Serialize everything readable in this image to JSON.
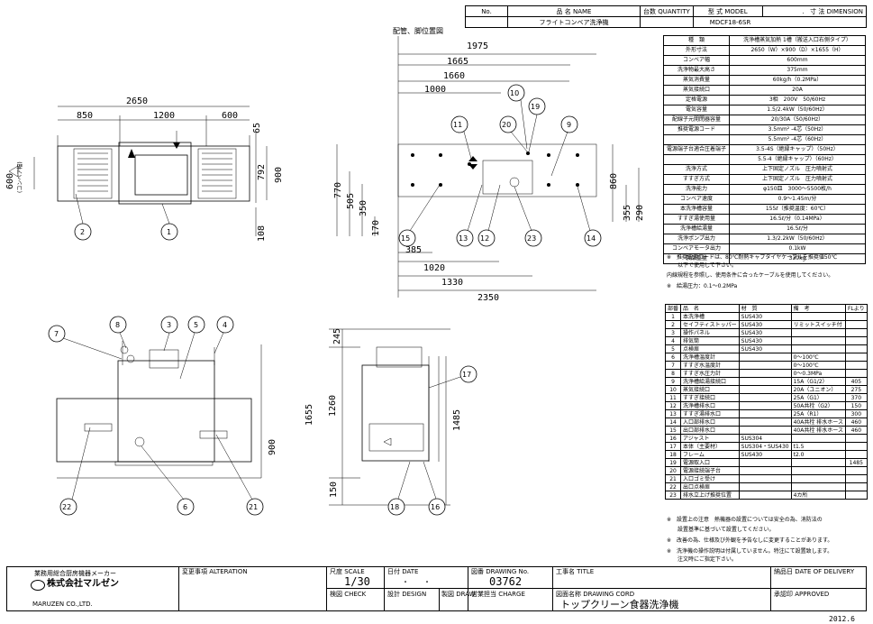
{
  "header": {
    "no_label": "No.",
    "name_label": "品 名 NAME",
    "qty_label": "台数 QUANTITY",
    "model_label": "型 式 MODEL",
    "dim_label": "寸 法 DIMENSION",
    "name_value": "フライトコンベア洗浄機",
    "model_value": "MDCF18-6SR",
    "dot": "."
  },
  "drawings": {
    "layout_caption": "配管、脚位置図",
    "plan_dims": [
      "2650",
      "850",
      "1200",
      "600",
      "65",
      "792",
      "900",
      "108",
      "600",
      "(コンベア幅)"
    ],
    "layout_dims": [
      "1975",
      "1665",
      "1660",
      "1000",
      "770",
      "505",
      "350",
      "170",
      "385",
      "1020",
      "1330",
      "2350",
      "860",
      "355",
      "290"
    ],
    "elev_dims": [
      "245",
      "1655",
      "1260",
      "900",
      "150",
      "1485"
    ],
    "balloons": [
      "1",
      "2",
      "3",
      "4",
      "5",
      "6",
      "7",
      "8",
      "9",
      "10",
      "11",
      "12",
      "13",
      "14",
      "15",
      "16",
      "17",
      "18",
      "19",
      "20",
      "21",
      "22",
      "23"
    ]
  },
  "spec": {
    "rows": [
      [
        "種　類",
        "洗浄槽蒸気加熱 1槽（搬送入口右側タイプ）"
      ],
      [
        "外形寸法",
        "2650（W）×900（D）×1655（H）"
      ],
      [
        "コンベア幅",
        "600mm"
      ],
      [
        "洗浄物最大高さ",
        "375mm"
      ],
      [
        "蒸気消費量",
        "60kg/h（0.2MPa）"
      ],
      [
        "蒸気接続口",
        "20A"
      ],
      [
        "定格電源",
        "3相　200V　50/60Hz"
      ],
      [
        "電気容量",
        "1.5/2.4kW（50/60Hz）"
      ],
      [
        "配線子元開閉器容量",
        "20/30A（50/60Hz）"
      ],
      [
        "推奨電源コード",
        "3.5mm² -4芯（50Hz）"
      ],
      [
        "",
        "5.5mm² -4芯（60Hz）"
      ],
      [
        "電源端子台適合圧着端子",
        "3.5-4S（絶縁キャップ）（50Hz）"
      ],
      [
        "",
        "5.5-4（絶縁キャップ）（60Hz）"
      ],
      [
        "洗浄方式",
        "上下固定ノズル　圧力噴射式"
      ],
      [
        "すすぎ方式",
        "上下固定ノズル　圧力噴射式"
      ],
      [
        "洗浄能力",
        "φ150皿　3000～5500枚/h"
      ],
      [
        "コンベア速度",
        "0.9～1.45m/分"
      ],
      [
        "本洗浄槽容量",
        "155ℓ（推奨温度：60℃）"
      ],
      [
        "すすぎ湯使用量",
        "16.5ℓ/分（0.14MPa）"
      ],
      [
        "洗浄槽給湯量",
        "16.5ℓ/分"
      ],
      [
        "洗浄ポンプ出力",
        "1.3/2.2kW（50/60Hz）"
      ],
      [
        "コンベアモータ出力",
        "0.1kW"
      ],
      [
        "製品重量",
        "330kg"
      ]
    ],
    "notes": [
      "※　推奨電源コードは、80℃耐熱キャブタイヤケーブルを推奨値50℃",
      "以下で使用して下さい。",
      "内線規程を参照し、使用条件に合ったケーブルを使用してください。",
      "※　給湯圧力：0.1～0.2MPa"
    ]
  },
  "parts": {
    "headers": [
      "部番",
      "品　名",
      "材　質",
      "備　考",
      "FLより"
    ],
    "rows": [
      [
        "1",
        "本洗浄槽",
        "SUS430",
        "",
        ""
      ],
      [
        "2",
        "セイフティストッパー",
        "SUS430",
        "リミットスイッチ付",
        ""
      ],
      [
        "3",
        "操作パネル",
        "SUS430",
        "",
        ""
      ],
      [
        "4",
        "排気筒",
        "SUS430",
        "",
        ""
      ],
      [
        "5",
        "点検扉",
        "SUS430",
        "",
        ""
      ],
      [
        "6",
        "洗浄槽温度計",
        "",
        "0～100℃",
        ""
      ],
      [
        "7",
        "すすぎ水温度計",
        "",
        "0～100℃",
        ""
      ],
      [
        "8",
        "すすぎ水圧力計",
        "",
        "0～0.3MPa",
        ""
      ],
      [
        "9",
        "洗浄槽給湯接続口",
        "",
        "15A（G1/2）",
        "405"
      ],
      [
        "10",
        "蒸気接続口",
        "",
        "20A（ユニオン）",
        "275"
      ],
      [
        "11",
        "すすぎ接続口",
        "",
        "25A（G1）",
        "370"
      ],
      [
        "12",
        "洗浄槽排水口",
        "",
        "50A共栓（G2）",
        "150"
      ],
      [
        "13",
        "すすぎ湯排水口",
        "",
        "25A（R1）",
        "300"
      ],
      [
        "14",
        "入口部排水口",
        "",
        "40A共栓 排水ホース",
        "460"
      ],
      [
        "15",
        "出口部排水口",
        "",
        "40A共栓 排水ホース",
        "460"
      ],
      [
        "16",
        "アジャスト",
        "SUS304",
        "",
        ""
      ],
      [
        "17",
        "本体（主要材）",
        "SUS304・SUS430",
        "t1.5",
        ""
      ],
      [
        "18",
        "フレーム",
        "SUS430",
        "t2.0",
        ""
      ],
      [
        "19",
        "電源取入口",
        "",
        "",
        "1485"
      ],
      [
        "20",
        "電源接続端子台",
        "",
        "",
        ""
      ],
      [
        "21",
        "入口ゴミ受け",
        "",
        "",
        ""
      ],
      [
        "22",
        "出口点検扉",
        "",
        "",
        ""
      ],
      [
        "23",
        "排水立上げ推奨位置",
        "",
        "4カ所",
        ""
      ]
    ],
    "notes": [
      "※　設置上の注意　熱機器の設置については安全の為、消防法の",
      "設置基準に基づいて設置してください。",
      "※　改善の為、仕様及び外観を予告なしに変更することがあります。",
      "※　洗浄機の操作説明は付属していません。特注にて設置致します。",
      "注文時にご指定下さい。"
    ]
  },
  "footer": {
    "maker_label": "業務用総合厨房機器メーカー",
    "company_name": "株式会社マルゼン",
    "company_en": "MARUZEN CO.,LTD.",
    "alteration_label": "変更事項 ALTERATION",
    "scale_label": "尺度 SCALE",
    "scale_value": "1/30",
    "date_label": "日付 DATE",
    "date_value": "・　　・",
    "drawing_no_label": "図番 DRAWING No.",
    "drawing_no_value": "03762",
    "title_label": "工事名 TITLE",
    "delivery_label": "納品日 DATE OF DELIVERY",
    "check_label": "検図 CHECK",
    "design_label": "設計 DESIGN",
    "draw_label": "製図 DRAW",
    "charge_label": "営業担当 CHARGE",
    "drawing_cord_label": "図面名称 DRAWING CORD",
    "drawing_cord_value": "トップクリーン食器洗浄機",
    "approved_label": "承認印 APPROVED",
    "year": "2012.6"
  }
}
